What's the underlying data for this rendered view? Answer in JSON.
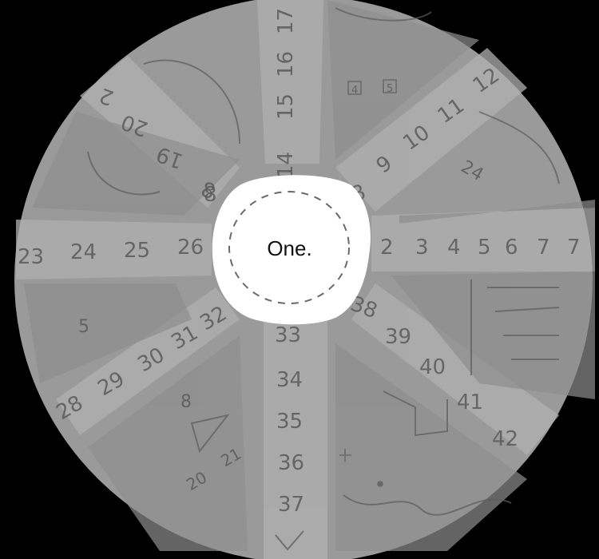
{
  "center_label": "One.",
  "colors": {
    "background": "#000000",
    "disc": "#9c9c9c",
    "disc_light": "#b3b3b3",
    "disc_dark": "#8c8c8c",
    "hub": "#ffffff",
    "pencil": "#5a5a5a"
  },
  "numbers": {
    "top_arm": [
      "14",
      "15",
      "16",
      "17"
    ],
    "upper_right_arm": [
      "9",
      "10",
      "11",
      "12"
    ],
    "upper_left_arm": [
      "8",
      "19",
      "20",
      "2"
    ],
    "right_arm": [
      "2",
      "3",
      "4",
      "5",
      "6",
      "7",
      "7"
    ],
    "left_arm": [
      "23",
      "24",
      "25",
      "26"
    ],
    "lower_left_arm": [
      "28",
      "29",
      "30",
      "31",
      "32"
    ],
    "bottom_arm": [
      "33",
      "34",
      "35",
      "36",
      "37"
    ],
    "lower_right_arm": [
      "38",
      "39",
      "40",
      "41",
      "42"
    ],
    "hub_edge": [
      "8",
      "8"
    ],
    "scattered": [
      "24",
      "5",
      "8",
      "20",
      "21",
      "4",
      "5"
    ]
  }
}
